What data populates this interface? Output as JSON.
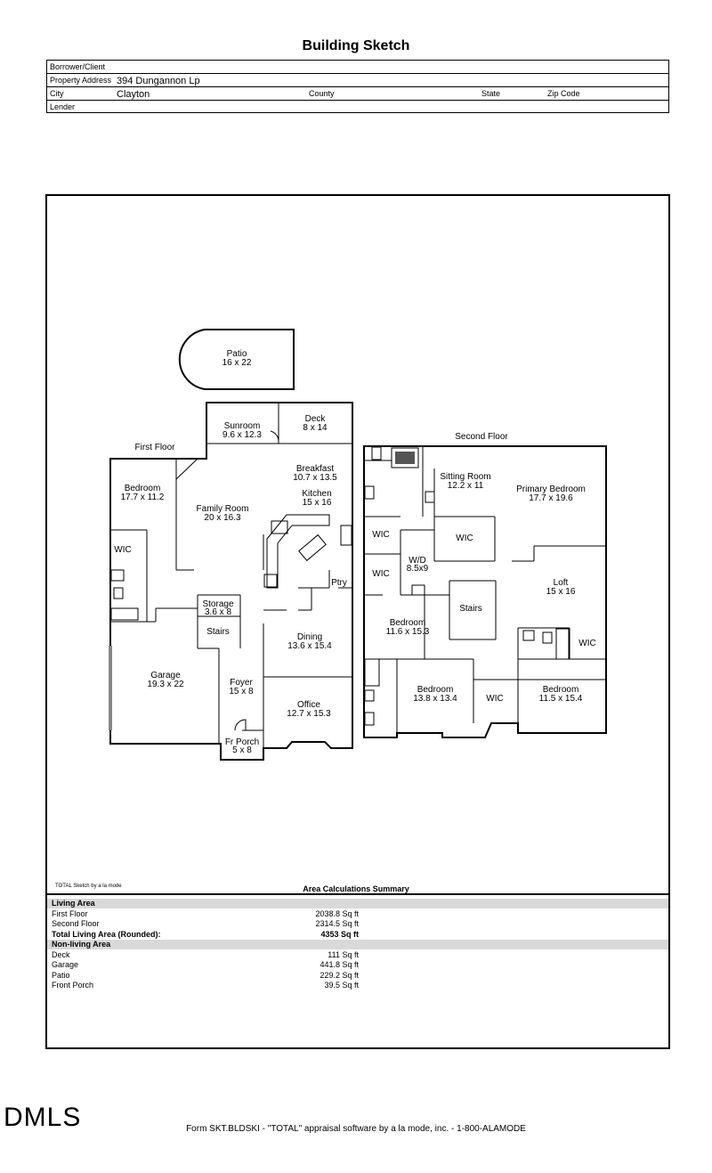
{
  "title": "Building Sketch",
  "header": {
    "borrower_label": "Borrower/Client",
    "address_label": "Property Address",
    "address_value": "394 Dungannon Lp",
    "city_label": "City",
    "city_value": "Clayton",
    "county_label": "County",
    "state_label": "State",
    "zip_label": "Zip Code",
    "lender_label": "Lender"
  },
  "floors": {
    "first": "First Floor",
    "second": "Second Floor"
  },
  "rooms": {
    "patio": [
      "Patio",
      "16 x 22"
    ],
    "sunroom": [
      "Sunroom",
      "9.6 x 12.3"
    ],
    "deck": [
      "Deck",
      "8 x 14"
    ],
    "breakfast": [
      "Breakfast",
      "10.7 x 13.5"
    ],
    "kitchen": [
      "Kitchen",
      "15 x 16"
    ],
    "bedroom1": [
      "Bedroom",
      "17.7 x 11.2"
    ],
    "family": [
      "Family Room",
      "20 x 16.3"
    ],
    "wic1": "WIC",
    "storage": [
      "Storage",
      "3.6 x 8"
    ],
    "ptry": "Ptry",
    "stairs1": "Stairs",
    "dining": [
      "Dining",
      "13.6 x 15.4"
    ],
    "garage": [
      "Garage",
      "19.3 x 22"
    ],
    "foyer": [
      "Foyer",
      "15 x 8"
    ],
    "office": [
      "Office",
      "12.7 x 15.3"
    ],
    "frporch": [
      "Fr Porch",
      "5 x 8"
    ],
    "sitting": [
      "Sitting Room",
      "12.2 x 11"
    ],
    "primary": [
      "Primary Bedroom",
      "17.7 x 19.6"
    ],
    "wic2": "WIC",
    "wic3": "WIC",
    "wd": [
      "W/D",
      "8.5x9"
    ],
    "wic4": "WIC",
    "loft": [
      "Loft",
      "15 x 16"
    ],
    "stairs2": "Stairs",
    "bedroom2": [
      "Bedroom",
      "11.6 x 15.3"
    ],
    "wic5": "WIC",
    "bedroom3": [
      "Bedroom",
      "13.8 x 13.4"
    ],
    "wic6": "WIC",
    "bedroom4": [
      "Bedroom",
      "11.5 x 15.4"
    ]
  },
  "credit": "TOTAL Sketch by a la mode",
  "summary": {
    "title": "Area Calculations Summary",
    "living_label": "Living Area",
    "first_label": "First Floor",
    "first_value": "2038.8 Sq ft",
    "second_label": "Second Floor",
    "second_value": "2314.5 Sq ft",
    "total_label": "Total Living Area (Rounded):",
    "total_value": "4353 Sq ft",
    "nonliving_label": "Non-living Area",
    "deck_label": "Deck",
    "deck_value": "111 Sq ft",
    "garage_label": "Garage",
    "garage_value": "441.8 Sq ft",
    "patio_label": "Patio",
    "patio_value": "229.2 Sq ft",
    "porch_label": "Front Porch",
    "porch_value": "39.5 Sq ft"
  },
  "logo": "DMLS",
  "footer": "Form SKT.BLDSKI - \"TOTAL\" appraisal software by a la mode, inc. - 1-800-ALAMODE"
}
